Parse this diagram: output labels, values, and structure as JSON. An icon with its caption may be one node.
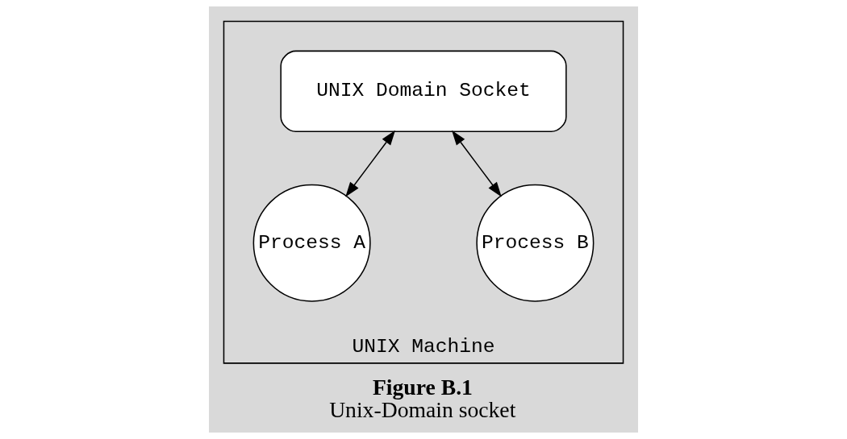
{
  "diagram": {
    "title": "Figure B.1",
    "caption": "Unix-Domain socket",
    "nodes": [
      {
        "text": [
          "UNIX Machine"
        ]
      },
      {
        "text": [
          "UNIX Domain Socket"
        ],
        "in": 0
      },
      {
        "text": [
          "Process A"
        ],
        "in": 0
      },
      {
        "text": [
          "Process B"
        ],
        "in": 0
      }
    ],
    "edges": [
      {
        "from": 1,
        "to": 2,
        "arrow": "both"
      },
      {
        "from": 1,
        "to": 3,
        "arrow": "both"
      }
    ]
  }
}
